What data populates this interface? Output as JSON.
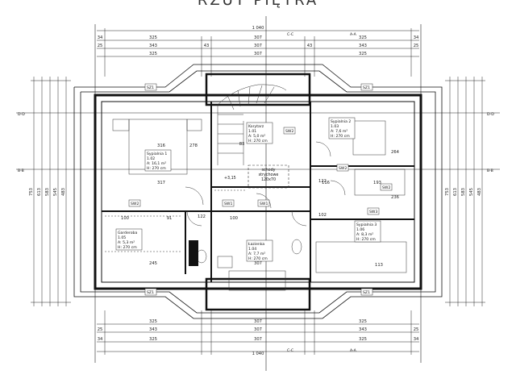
{
  "title": "RZUT PIĘTRA",
  "axes": {
    "left": [
      "D-D",
      "B-B"
    ],
    "right": [
      "D-D",
      "B-B"
    ],
    "top": [
      "C-C",
      "A-A"
    ],
    "bottom": [
      "C-C",
      "A-A"
    ]
  },
  "dims": {
    "top_total": "1 040",
    "top_row1": [
      "34",
      "325",
      "307",
      "325",
      "34"
    ],
    "top_row2": [
      "25",
      "343",
      "43",
      "307",
      "43",
      "343",
      "25"
    ],
    "top_row3": [
      "325",
      "307",
      "325"
    ],
    "bottom_row1": [
      "325",
      "307",
      "325"
    ],
    "bottom_row2": [
      "25",
      "343",
      "307",
      "343",
      "25"
    ],
    "bottom_row3": [
      "34",
      "325",
      "307",
      "325",
      "34"
    ],
    "bottom_total": "1 040",
    "left_outer": [
      "753",
      "613",
      "583",
      "545",
      "483"
    ],
    "right_outer": [
      "753",
      "613",
      "583",
      "545",
      "483"
    ],
    "interior": [
      "316",
      "278",
      "317",
      "100",
      "91",
      "100",
      "122",
      "245",
      "307",
      "83",
      "116",
      "193",
      "102",
      "113",
      "122",
      "264",
      "236"
    ]
  },
  "rooms": [
    {
      "name": "Sypialnia 1",
      "num": "1.02",
      "area": "A: 16,1 m²",
      "height": "H: 270 cm"
    },
    {
      "name": "Korytarz",
      "num": "1.01",
      "area": "A: 5,0 m²",
      "height": "H: 270 cm"
    },
    {
      "name": "Sypialnia 2",
      "num": "1.03",
      "area": "A: 7,6 m²",
      "height": "H: 270 cm"
    },
    {
      "name": "Garderoba",
      "num": "1.05",
      "area": "A: 5,3 m²",
      "height": "H: 270 cm"
    },
    {
      "name": "Łazienka",
      "num": "1.04",
      "area": "A: 7,7 m²",
      "height": "H: 270 cm"
    },
    {
      "name": "Sypialnia 3",
      "num": "1.06",
      "area": "A: 8,3 m²",
      "height": "H: 270 cm"
    }
  ],
  "hatch_label": [
    "schody",
    "strychowe",
    "120x70"
  ],
  "level": "+3,15",
  "tags": [
    "SZ1",
    "SZ1",
    "SZ1",
    "SZ1",
    "SW1",
    "SW1",
    "SW2",
    "SW2",
    "SW2",
    "SW2",
    "SW3"
  ]
}
